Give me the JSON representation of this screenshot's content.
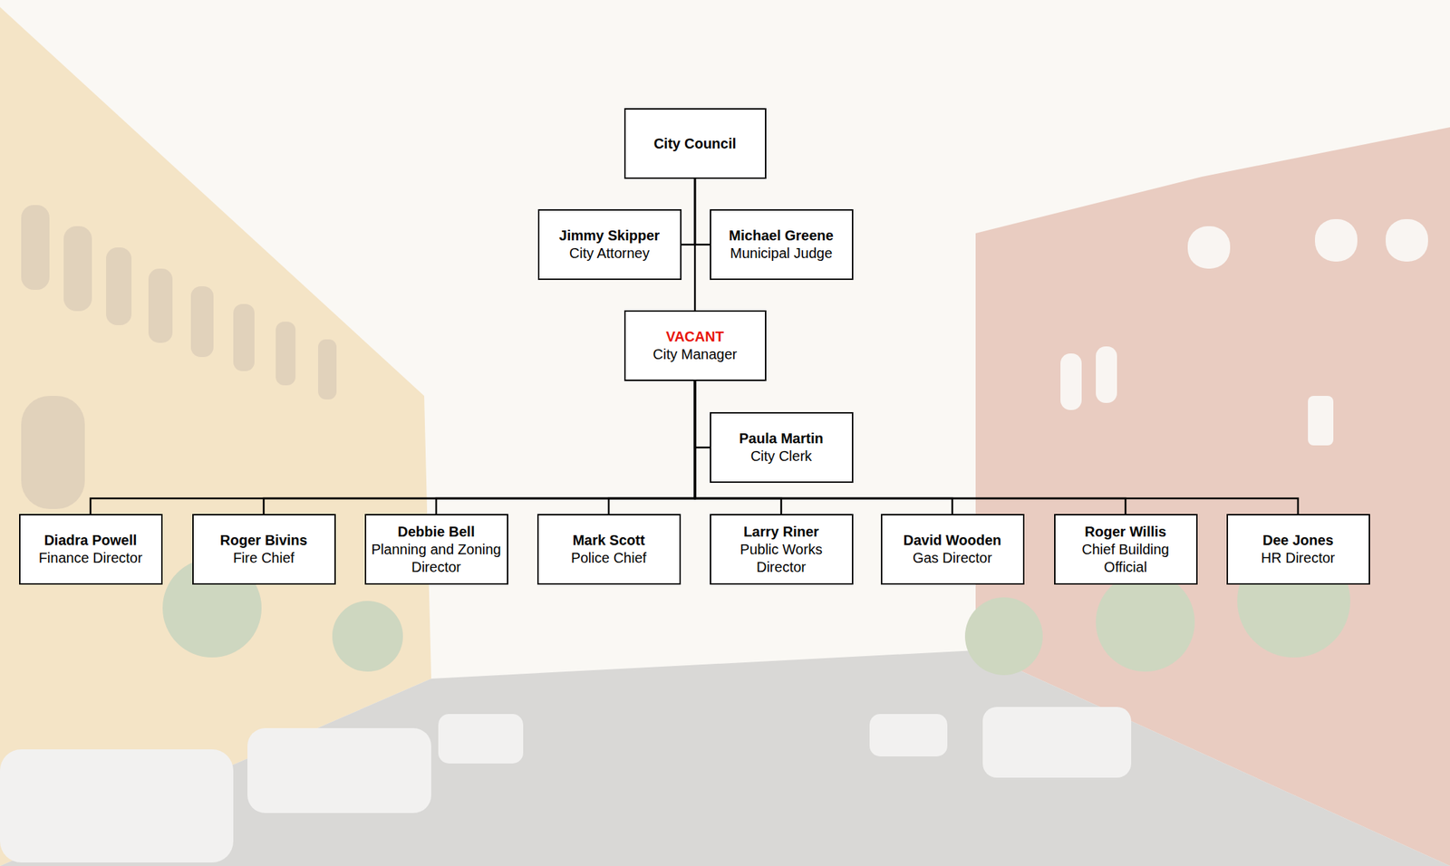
{
  "diagram": {
    "nodes": [
      {
        "text": [
          "City Council"
        ]
      },
      {
        "text": [
          "Jimmy Skipper",
          "City Attorney"
        ]
      },
      {
        "text": [
          "Michael Greene",
          "Municipal Judge"
        ]
      },
      {
        "text": [
          "VACANT",
          "City Manager"
        ]
      },
      {
        "text": [
          "Paula Martin",
          "City Clerk"
        ]
      },
      {
        "text": [
          "Diadra Powell",
          "Finance Director"
        ]
      },
      {
        "text": [
          "Roger Bivins",
          "Fire Chief"
        ]
      },
      {
        "text": [
          "Debbie Bell",
          "Planning and Zoning Director"
        ]
      },
      {
        "text": [
          "Mark Scott",
          "Police Chief"
        ]
      },
      {
        "text": [
          "Larry Riner",
          "Public Works Director"
        ]
      },
      {
        "text": [
          "David Wooden",
          "Gas Director"
        ]
      },
      {
        "text": [
          "Roger Willis",
          "Chief Building Official"
        ]
      },
      {
        "text": [
          "Dee Jones",
          "HR Director"
        ]
      }
    ],
    "edges": [
      {
        "from": 0,
        "to": 1,
        "arrow": "none"
      },
      {
        "from": 0,
        "to": 2,
        "arrow": "none"
      },
      {
        "from": 0,
        "to": 3,
        "arrow": "none"
      },
      {
        "from": 3,
        "to": 4,
        "arrow": "none"
      },
      {
        "from": 3,
        "to": 5,
        "arrow": "none"
      },
      {
        "from": 3,
        "to": 6,
        "arrow": "none"
      },
      {
        "from": 3,
        "to": 7,
        "arrow": "none"
      },
      {
        "from": 3,
        "to": 8,
        "arrow": "none"
      },
      {
        "from": 3,
        "to": 9,
        "arrow": "none"
      },
      {
        "from": 3,
        "to": 10,
        "arrow": "none"
      },
      {
        "from": 3,
        "to": 11,
        "arrow": "none"
      },
      {
        "from": 3,
        "to": 12,
        "arrow": "none"
      }
    ]
  }
}
